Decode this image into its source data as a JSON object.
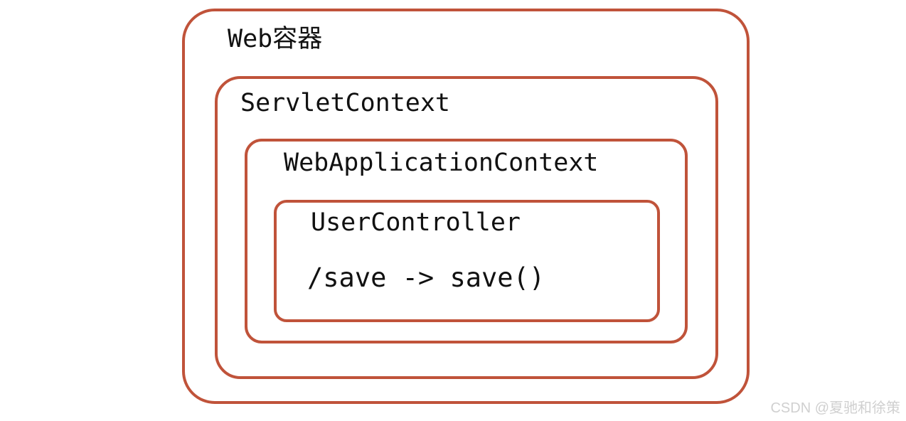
{
  "diagram": {
    "containers": [
      {
        "label": "Web容器"
      },
      {
        "label": "ServletContext"
      },
      {
        "label": "WebApplicationContext"
      },
      {
        "label": "UserController",
        "mapping": "/save -> save()"
      }
    ],
    "border_color": "#c0533a"
  },
  "watermark": "CSDN @夏驰和徐策"
}
